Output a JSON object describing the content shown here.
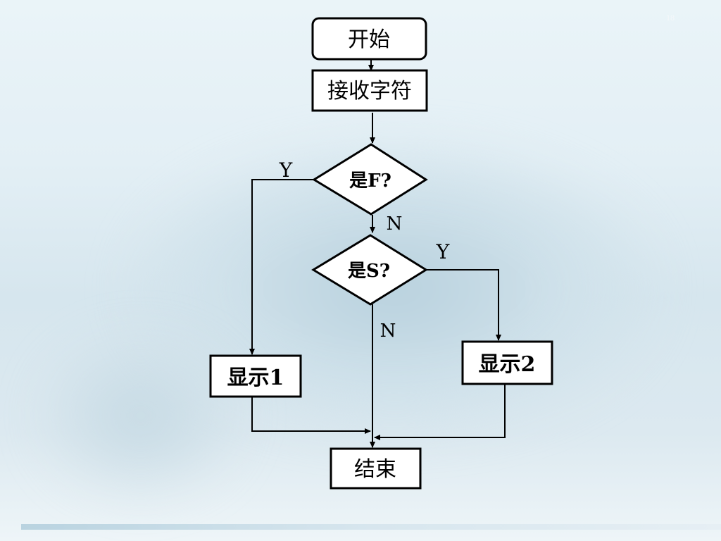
{
  "slide": {
    "number": "18"
  },
  "colors": {
    "stroke": "#000000",
    "box_fill": "#ffffff"
  },
  "nodes": {
    "start": "开始",
    "receive": "接收字符",
    "decision_f": "是F?",
    "decision_s": "是S?",
    "display1": "显示1",
    "display2": "显示2",
    "end": "结束"
  },
  "edge_labels": {
    "f_yes": "Y",
    "f_no": "N",
    "s_yes": "Y",
    "s_no": "N"
  }
}
